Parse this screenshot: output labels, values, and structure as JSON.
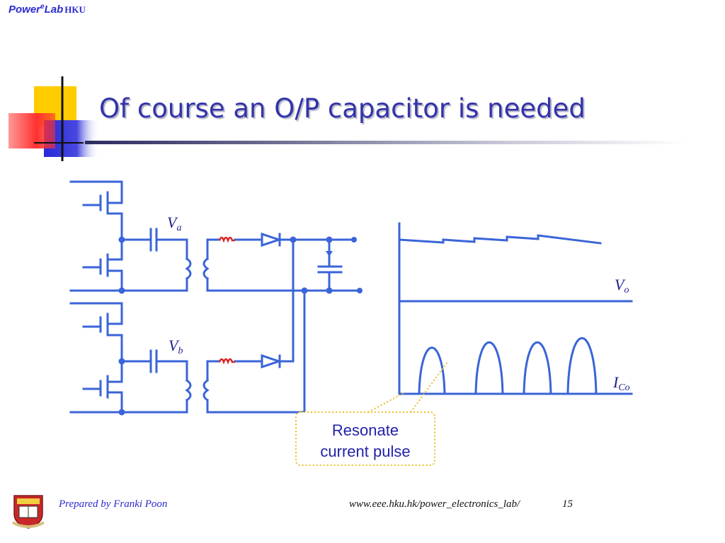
{
  "header": {
    "logo_power": "Power",
    "logo_sup": "e",
    "logo_lab": "Lab",
    "logo_hku": "HKU"
  },
  "slide": {
    "title": "Of course an O/P capacitor is needed"
  },
  "diagram": {
    "label_va_main": "V",
    "label_va_sub": "a",
    "label_vb_main": "V",
    "label_vb_sub": "b",
    "label_vo_main": "V",
    "label_vo_sub": "o",
    "label_ico_main": "I",
    "label_ico_sub": "Co",
    "callout_line1": "Resonate",
    "callout_line2": "current pulse"
  },
  "footer": {
    "prepared_by": "Prepared by Franki Poon",
    "url": "www.eee.hku.hk/power_electronics_lab/",
    "page_number": "15"
  },
  "colors": {
    "wire": "#3a64d8",
    "title": "#3333aa",
    "inductor": "#dd2222",
    "callout_border": "#e8c020",
    "label_text": "#1e1e8c"
  }
}
